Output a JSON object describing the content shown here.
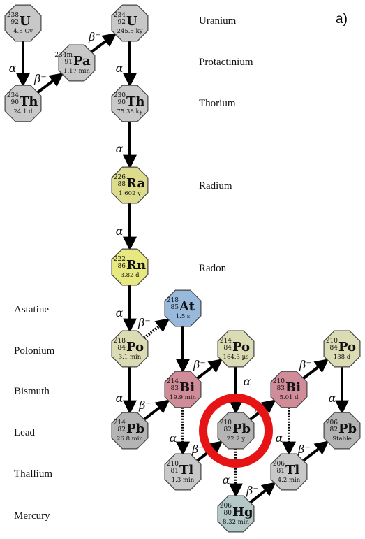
{
  "panel_label": "a)",
  "row_labels": {
    "uranium": "Uranium",
    "protactinium": "Protactinium",
    "thorium": "Thorium",
    "radium": "Radium",
    "radon": "Radon",
    "astatine": "Astatine",
    "polonium": "Polonium",
    "bismuth": "Bismuth",
    "lead": "Lead",
    "thallium": "Thallium",
    "mercury": "Mercury"
  },
  "decay_labels": {
    "alpha": "α",
    "beta": "β⁻"
  },
  "colors": {
    "uranium": "#c8c8c8",
    "protactinium": "#c8c8c8",
    "thorium": "#c8c8c8",
    "radium": "#dcdc8c",
    "radon": "#e8e880",
    "astatine": "#98b8dc",
    "polonium": "#dcdcb4",
    "bismuth": "#d08c98",
    "lead": "#b4b4b4",
    "thallium": "#c8c8c8",
    "mercury": "#b4c8c8",
    "highlight": "#e61414"
  },
  "nuclides": [
    {
      "id": "u238",
      "mass": "238",
      "z": "92",
      "sym": "U",
      "half": "4.5 Gy",
      "color": "#c8c8c8"
    },
    {
      "id": "th234",
      "mass": "234",
      "z": "90",
      "sym": "Th",
      "half": "24.1 d",
      "color": "#c8c8c8"
    },
    {
      "id": "pa234m",
      "mass": "234m",
      "z": "91",
      "sym": "Pa",
      "half": "1.17 min",
      "color": "#c8c8c8"
    },
    {
      "id": "u234",
      "mass": "234",
      "z": "92",
      "sym": "U",
      "half": "245.5 ky",
      "color": "#c8c8c8"
    },
    {
      "id": "th230",
      "mass": "230",
      "z": "90",
      "sym": "Th",
      "half": "75.38 ky",
      "color": "#c8c8c8"
    },
    {
      "id": "ra226",
      "mass": "226",
      "z": "88",
      "sym": "Ra",
      "half": "1 602 y",
      "color": "#dcdc8c"
    },
    {
      "id": "rn222",
      "mass": "222",
      "z": "86",
      "sym": "Rn",
      "half": "3.82 d",
      "color": "#e8e880"
    },
    {
      "id": "at218",
      "mass": "218",
      "z": "85",
      "sym": "At",
      "half": "1.5 s",
      "color": "#98b8dc"
    },
    {
      "id": "po218",
      "mass": "218",
      "z": "84",
      "sym": "Po",
      "half": "3.1 min",
      "color": "#dcdcb4"
    },
    {
      "id": "pb214",
      "mass": "214",
      "z": "82",
      "sym": "Pb",
      "half": "26.8 min",
      "color": "#b4b4b4"
    },
    {
      "id": "bi214",
      "mass": "214",
      "z": "83",
      "sym": "Bi",
      "half": "19.9 min",
      "color": "#d08c98"
    },
    {
      "id": "po214",
      "mass": "214",
      "z": "84",
      "sym": "Po",
      "half": "164.3 µs",
      "color": "#dcdcb4"
    },
    {
      "id": "tl210",
      "mass": "210",
      "z": "81",
      "sym": "Tl",
      "half": "1.3 min",
      "color": "#c8c8c8"
    },
    {
      "id": "pb210",
      "mass": "210",
      "z": "82",
      "sym": "Pb",
      "half": "22.2 y",
      "color": "#b4b4b4"
    },
    {
      "id": "hg206",
      "mass": "206",
      "z": "80",
      "sym": "Hg",
      "half": "8.32 min",
      "color": "#b4c8c8"
    },
    {
      "id": "bi210",
      "mass": "210",
      "z": "83",
      "sym": "Bi",
      "half": "5.01 d",
      "color": "#d08c98"
    },
    {
      "id": "tl206",
      "mass": "206",
      "z": "81",
      "sym": "Tl",
      "half": "4.2 min",
      "color": "#c8c8c8"
    },
    {
      "id": "po210",
      "mass": "210",
      "z": "84",
      "sym": "Po",
      "half": "138 d",
      "color": "#dcdcb4"
    },
    {
      "id": "pb206",
      "mass": "206",
      "z": "82",
      "sym": "Pb",
      "half": "Stable",
      "color": "#b4b4b4"
    }
  ],
  "decays": [
    {
      "from": "u238",
      "to": "th234",
      "type": "alpha",
      "style": "solid"
    },
    {
      "from": "th234",
      "to": "pa234m",
      "type": "beta",
      "style": "solid"
    },
    {
      "from": "pa234m",
      "to": "u234",
      "type": "beta",
      "style": "solid"
    },
    {
      "from": "u234",
      "to": "th230",
      "type": "alpha",
      "style": "solid"
    },
    {
      "from": "th230",
      "to": "ra226",
      "type": "alpha",
      "style": "solid"
    },
    {
      "from": "ra226",
      "to": "rn222",
      "type": "alpha",
      "style": "solid"
    },
    {
      "from": "rn222",
      "to": "po218",
      "type": "alpha",
      "style": "solid"
    },
    {
      "from": "po218",
      "to": "at218",
      "type": "beta",
      "style": "dotted"
    },
    {
      "from": "po218",
      "to": "pb214",
      "type": "alpha",
      "style": "solid"
    },
    {
      "from": "at218",
      "to": "bi214",
      "type": "alpha",
      "style": "solid"
    },
    {
      "from": "pb214",
      "to": "bi214",
      "type": "beta",
      "style": "solid"
    },
    {
      "from": "bi214",
      "to": "po214",
      "type": "beta",
      "style": "solid"
    },
    {
      "from": "bi214",
      "to": "tl210",
      "type": "alpha",
      "style": "dotted"
    },
    {
      "from": "po214",
      "to": "pb210",
      "type": "alpha",
      "style": "solid"
    },
    {
      "from": "tl210",
      "to": "pb210",
      "type": "beta",
      "style": "solid"
    },
    {
      "from": "pb210",
      "to": "bi210",
      "type": "beta",
      "style": "solid"
    },
    {
      "from": "pb210",
      "to": "hg206",
      "type": "alpha",
      "style": "dotted"
    },
    {
      "from": "hg206",
      "to": "tl206",
      "type": "beta",
      "style": "solid"
    },
    {
      "from": "bi210",
      "to": "po210",
      "type": "beta",
      "style": "solid"
    },
    {
      "from": "bi210",
      "to": "tl206",
      "type": "alpha",
      "style": "dotted"
    },
    {
      "from": "po210",
      "to": "pb206",
      "type": "alpha",
      "style": "solid"
    },
    {
      "from": "tl206",
      "to": "pb206",
      "type": "beta",
      "style": "solid"
    }
  ],
  "highlighted": "pb210"
}
